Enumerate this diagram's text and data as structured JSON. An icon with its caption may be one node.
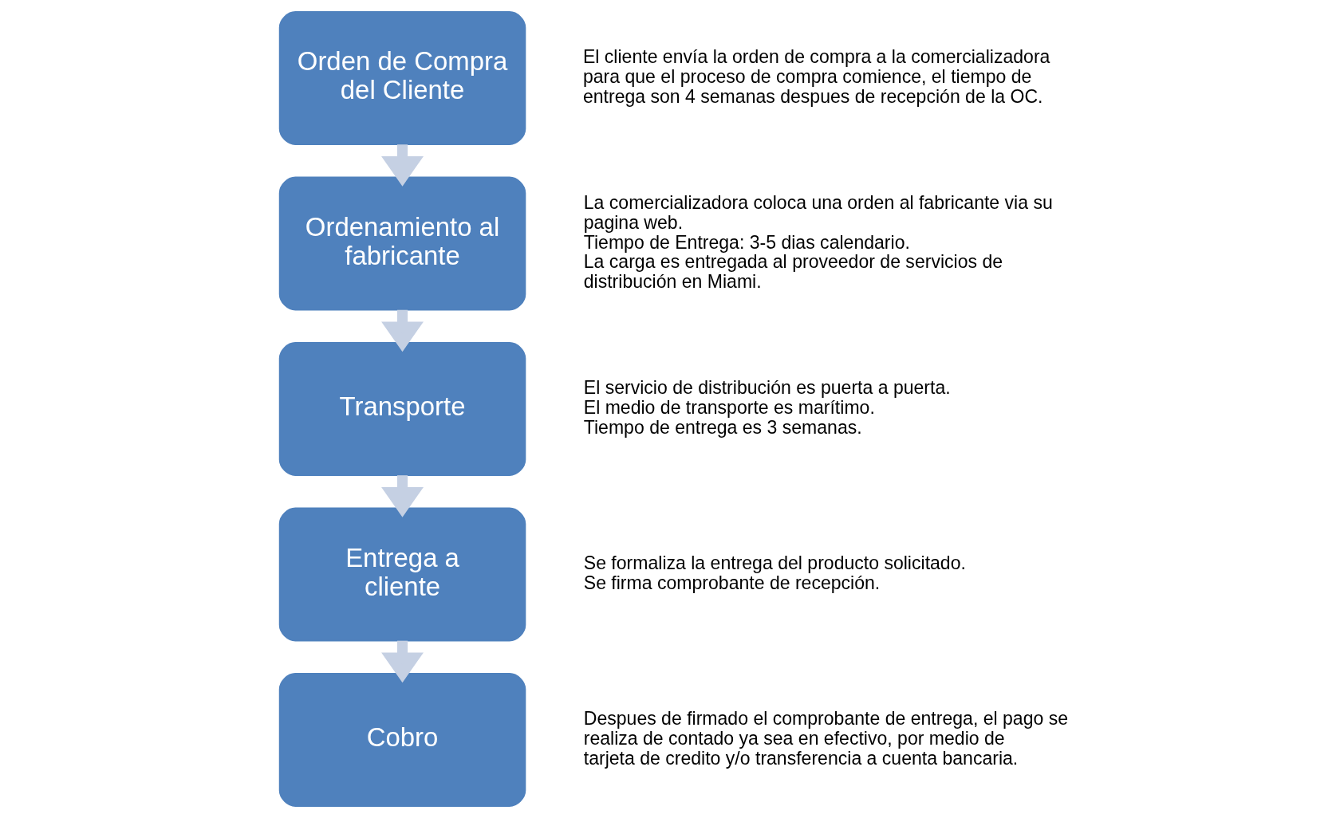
{
  "diagram": {
    "nodes": [
      {
        "text": [
          "Orden de Compra del Cliente"
        ],
        "beside": [
          "El cliente envía la orden de compra a la comercializadora para que el proceso de compra comience, el tiempo de entrega son 4 semanas despues de recepción de la OC."
        ]
      },
      {
        "text": [
          "Ordenamiento al fabricante"
        ],
        "beside": [
          "La comercializadora coloca una orden al fabricante via su pagina web.",
          "Tiempo de Entrega: 3-5 dias calendario.",
          "La carga es entregada al proveedor de servicios de distribución en Miami."
        ]
      },
      {
        "text": [
          "Transporte"
        ],
        "beside": [
          "El servicio de distribución es puerta a puerta.",
          "El medio de transporte es marítimo.",
          "Tiempo de entrega es 3 semanas."
        ]
      },
      {
        "text": [
          "Entrega a cliente"
        ],
        "beside": [
          "Se formaliza la entrega del producto solicitado.",
          "Se firma comprobante de recepción."
        ]
      },
      {
        "text": [
          "Cobro"
        ],
        "beside": [
          "Despues de firmado el comprobante de entrega, el pago se realiza de contado ya sea en efectivo, por medio de tarjeta de credito y/o transferencia a cuenta bancaria."
        ]
      }
    ],
    "edges": [
      {
        "from": 0,
        "to": 1,
        "arrow": "to"
      },
      {
        "from": 1,
        "to": 2,
        "arrow": "to"
      },
      {
        "from": 2,
        "to": 3,
        "arrow": "to"
      },
      {
        "from": 3,
        "to": 4,
        "arrow": "to"
      }
    ]
  }
}
